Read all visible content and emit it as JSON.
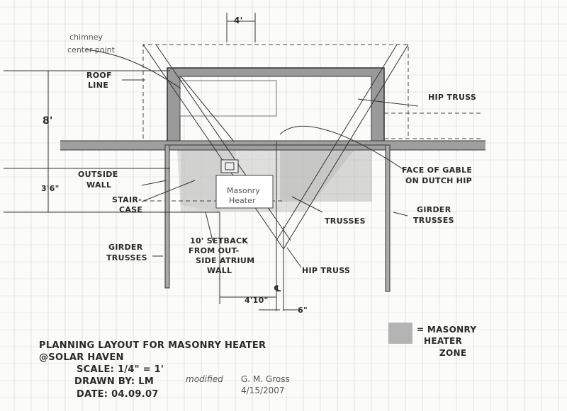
{
  "labels": {
    "dim_top": "4'",
    "chimney_line1": "chimney",
    "chimney_line2": "center point",
    "roof_line1": "ROOF",
    "roof_line2": "LINE",
    "dim_8": "8'",
    "outside_wall1": "OUTSIDE",
    "outside_wall2": "WALL",
    "dim_3_6": "3'6\"",
    "staircase1": "STAIR-",
    "staircase2": "CASE",
    "masonry_heater1": "Masonry",
    "masonry_heater2": "Heater",
    "hip_truss_top": "HIP TRUSS",
    "face_gable1": "FACE OF GABLE",
    "face_gable2": "ON DUTCH HIP",
    "girder_right1": "GIRDER",
    "girder_right2": "TRUSSES",
    "trusses": "TRUSSES",
    "girder_left1": "GIRDER",
    "girder_left2": "TRUSSES",
    "setback1": "10' SETBACK",
    "setback2": "FROM OUT-",
    "setback3": "SIDE ATRIUM",
    "setback4": "WALL",
    "hip_truss_bottom": "HIP TRUSS",
    "centerline": "℄",
    "dim_4_10": "4'10\"",
    "dim_6": "6\"",
    "legend1": "= MASONRY",
    "legend2": "HEATER",
    "legend3": "ZONE"
  },
  "title_block": {
    "line1": "PLANNING LAYOUT FOR MASONRY HEATER",
    "line2": "@SOLAR HAVEN",
    "scale": "SCALE: 1/4\" = 1'",
    "drawn": "DRAWN BY: LM",
    "date": "DATE: 04.09.07",
    "modified": "modified",
    "author": "G. M. Gross",
    "mod_date": "4/15/2007"
  },
  "colors": {
    "paper": "#fbfbf9",
    "grid": "#cfd3d6",
    "ink": "#333333",
    "shade": "#b4b4b4"
  }
}
